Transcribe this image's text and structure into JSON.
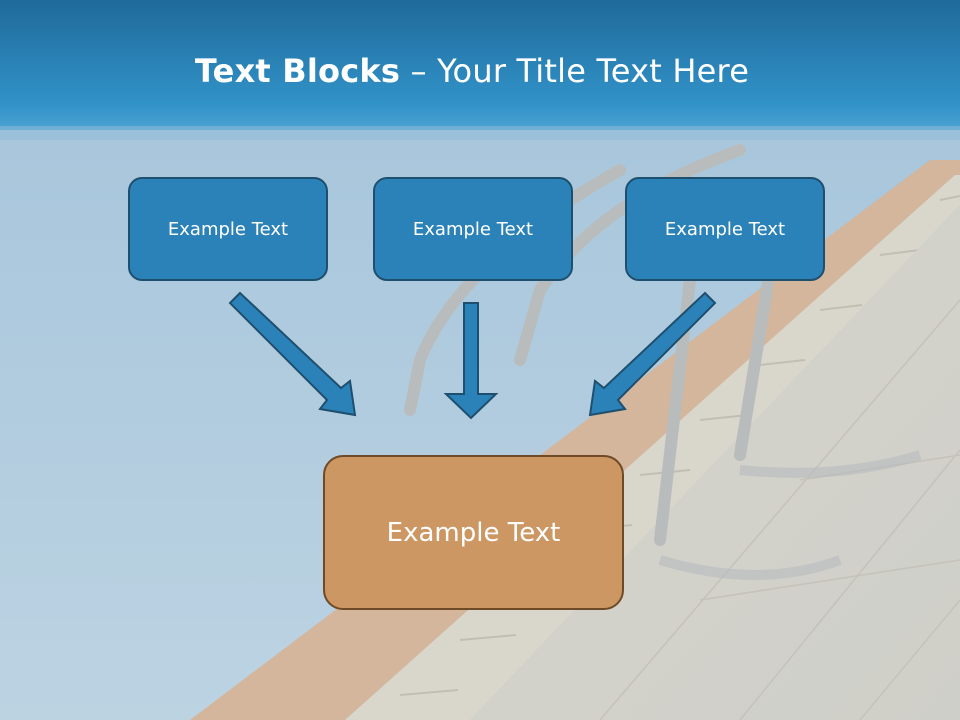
{
  "slide": {
    "title_bold": "Text Blocks",
    "title_dash": " – ",
    "title_rest": "Your Title Text Here",
    "boxes": [
      {
        "label": "Example Text"
      },
      {
        "label": "Example Text"
      },
      {
        "label": "Example Text"
      }
    ],
    "center_box": {
      "label": "Example Text"
    }
  },
  "colors": {
    "header_blue": "#2a7fb3",
    "box_fill": "#2b82b8",
    "box_border": "#1f4f6e",
    "center_fill": "#cc9763",
    "center_border": "#6e4a26",
    "arrow_fill": "#2b82b8",
    "arrow_stroke": "#1f4f6e"
  }
}
